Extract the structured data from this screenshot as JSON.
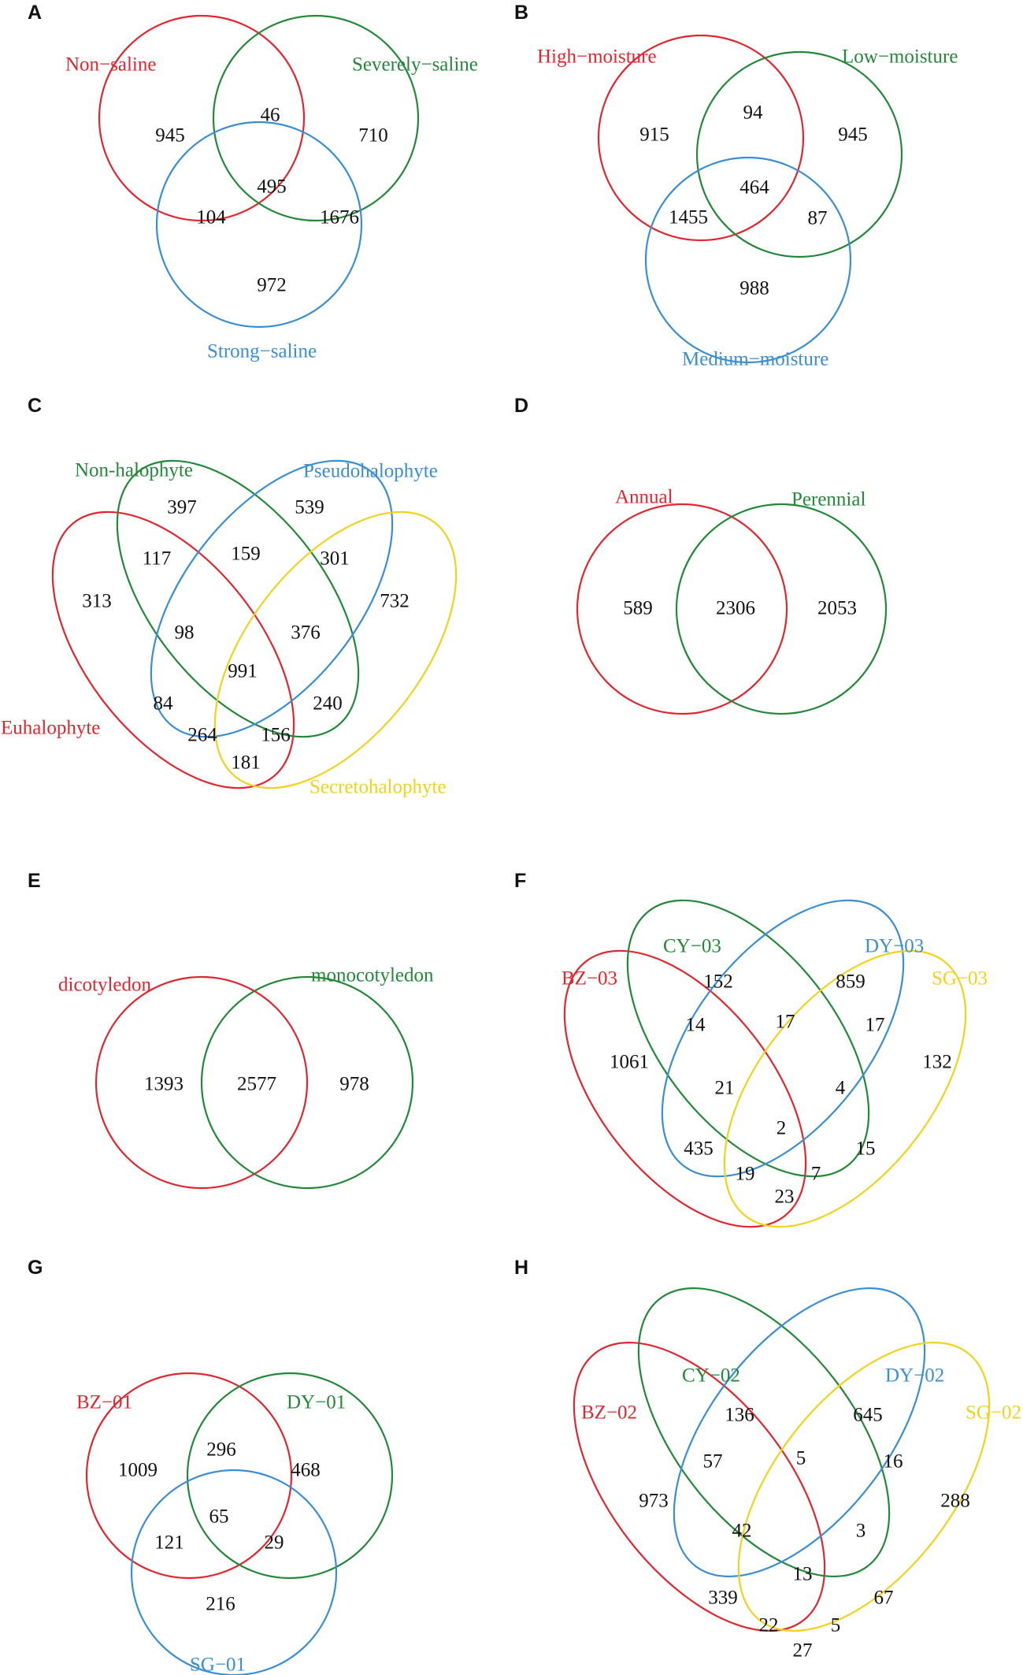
{
  "colors": {
    "red": "#e0262f",
    "green": "#23883a",
    "blue": "#3a8ed2",
    "yellow": "#f2d21c"
  },
  "panels": [
    {
      "letter": "A",
      "sets": [
        {
          "name": "Non−saline",
          "color": "#e0262f"
        },
        {
          "name": "Severely−saline",
          "color": "#23883a"
        },
        {
          "name": "Strong−saline",
          "color": "#3a8ed2"
        }
      ],
      "counts": [
        "945",
        "46",
        "710",
        "495",
        "104",
        "1676",
        "972"
      ]
    },
    {
      "letter": "B",
      "sets": [
        {
          "name": "High−moisture",
          "color": "#e0262f"
        },
        {
          "name": "Low−moisture",
          "color": "#23883a"
        },
        {
          "name": "Medium−moisture",
          "color": "#3a8ed2"
        }
      ],
      "counts": [
        "915",
        "94",
        "945",
        "464",
        "1455",
        "87",
        "988"
      ]
    },
    {
      "letter": "C",
      "sets": [
        {
          "name": "Non-halophyte",
          "color": "#23883a"
        },
        {
          "name": "Pseudohalophyte",
          "color": "#3a8ed2"
        },
        {
          "name": "Euhalophyte",
          "color": "#e0262f"
        },
        {
          "name": "Secretohalophyte",
          "color": "#f2d21c"
        }
      ],
      "counts": [
        "397",
        "539",
        "117",
        "159",
        "301",
        "313",
        "732",
        "98",
        "376",
        "991",
        "84",
        "240",
        "264",
        "156",
        "181"
      ]
    },
    {
      "letter": "D",
      "sets": [
        {
          "name": "Annual",
          "color": "#e0262f"
        },
        {
          "name": "Perennial",
          "color": "#23883a"
        }
      ],
      "counts": [
        "589",
        "2306",
        "2053"
      ]
    },
    {
      "letter": "E",
      "sets": [
        {
          "name": "dicotyledon",
          "color": "#e0262f"
        },
        {
          "name": "monocotyledon",
          "color": "#23883a"
        }
      ],
      "counts": [
        "1393",
        "2577",
        "978"
      ]
    },
    {
      "letter": "F",
      "sets": [
        {
          "name": "CY−03",
          "color": "#23883a"
        },
        {
          "name": "DY−03",
          "color": "#3a8ed2"
        },
        {
          "name": "BZ−03",
          "color": "#e0262f"
        },
        {
          "name": "SG−03",
          "color": "#f2d21c"
        }
      ],
      "counts": [
        "152",
        "859",
        "14",
        "17",
        "17",
        "1061",
        "132",
        "21",
        "4",
        "2",
        "435",
        "15",
        "19",
        "7",
        "23"
      ]
    },
    {
      "letter": "G",
      "sets": [
        {
          "name": "BZ−01",
          "color": "#e0262f"
        },
        {
          "name": "DY−01",
          "color": "#23883a"
        },
        {
          "name": "SG−01",
          "color": "#3a8ed2"
        }
      ],
      "counts": [
        "1009",
        "296",
        "468",
        "65",
        "121",
        "29",
        "216"
      ]
    },
    {
      "letter": "H",
      "sets": [
        {
          "name": "CY−02",
          "color": "#23883a"
        },
        {
          "name": "DY−02",
          "color": "#3a8ed2"
        },
        {
          "name": "BZ−02",
          "color": "#e0262f"
        },
        {
          "name": "SG−02",
          "color": "#f2d21c"
        }
      ],
      "counts": [
        "136",
        "645",
        "57",
        "5",
        "16",
        "973",
        "288",
        "42",
        "3",
        "13",
        "339",
        "67",
        "22",
        "5",
        "27"
      ]
    }
  ]
}
